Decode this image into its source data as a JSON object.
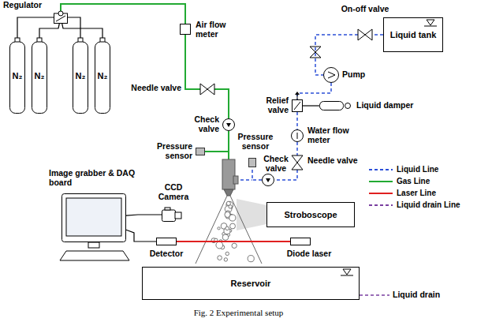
{
  "diagram": {
    "caption": "Fig. 2 Experimental setup",
    "nodes": [
      {
        "text": [
          "Regulator"
        ]
      },
      {
        "text": [
          "N₂"
        ]
      },
      {
        "text": [
          "N₂"
        ]
      },
      {
        "text": [
          "N₂"
        ]
      },
      {
        "text": [
          "N₂"
        ]
      },
      {
        "text": [
          "Air flow meter"
        ]
      },
      {
        "text": [
          "Needle valve"
        ]
      },
      {
        "text": [
          "Check valve"
        ]
      },
      {
        "text": [
          "Pressure sensor"
        ]
      },
      {
        "text": [
          "Pressure sensor"
        ]
      },
      {
        "text": [
          "On-off valve"
        ]
      },
      {
        "text": [
          "Liquid tank"
        ]
      },
      {
        "text": [
          "Pump"
        ]
      },
      {
        "text": [
          "Relief valve"
        ]
      },
      {
        "text": [
          "Liquid damper"
        ]
      },
      {
        "text": [
          "Water flow meter"
        ]
      },
      {
        "text": [
          "Needle valve"
        ]
      },
      {
        "text": [
          "Check valve"
        ]
      },
      {
        "text": [
          "Image grabber & DAQ board"
        ]
      },
      {
        "text": [
          "CCD Camera"
        ]
      },
      {
        "text": [
          "Stroboscope"
        ]
      },
      {
        "text": [
          "Detector"
        ]
      },
      {
        "text": [
          "Diode laser"
        ]
      },
      {
        "text": [
          "Reservoir"
        ]
      }
    ],
    "edges": [
      {
        "from": 1,
        "to": 0,
        "arrow": "none"
      },
      {
        "from": 2,
        "to": 0,
        "arrow": "none"
      },
      {
        "from": 3,
        "to": 0,
        "arrow": "none"
      },
      {
        "from": 4,
        "to": 0,
        "arrow": "none"
      },
      {
        "from": 0,
        "to": 5,
        "arrow": "none"
      },
      {
        "from": 5,
        "to": 6,
        "arrow": "none"
      },
      {
        "from": 6,
        "to": 7,
        "arrow": "none"
      },
      {
        "from": 7,
        "to": 8,
        "arrow": "none"
      },
      {
        "from": 11,
        "to": 10,
        "arrow": "none"
      },
      {
        "from": 10,
        "to": 12,
        "arrow": "none"
      },
      {
        "from": 12,
        "to": 13,
        "arrow": "none"
      },
      {
        "from": 13,
        "to": 14,
        "arrow": "none"
      },
      {
        "from": 13,
        "to": 15,
        "arrow": "none"
      },
      {
        "from": 15,
        "to": 16,
        "arrow": "none"
      },
      {
        "from": 16,
        "to": 17,
        "arrow": "none"
      },
      {
        "from": 17,
        "to": 9,
        "arrow": "none"
      },
      {
        "from": 22,
        "to": 21,
        "arrow": "none"
      },
      {
        "from": 18,
        "to": 19,
        "arrow": "none"
      },
      {
        "from": 18,
        "to": 21,
        "arrow": "none"
      }
    ],
    "labels": [
      "Liquid drain"
    ],
    "legend": [
      {
        "text": "Liquid Line"
      },
      {
        "text": "Gas Line"
      },
      {
        "text": "Laser Line"
      },
      {
        "text": "Liquid drain Line"
      }
    ]
  }
}
